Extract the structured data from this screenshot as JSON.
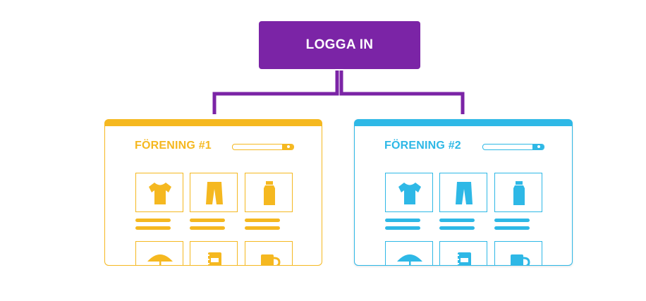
{
  "login": {
    "label": "LOGGA IN",
    "color": "#7b24a6"
  },
  "sites": [
    {
      "title": "FÖRENING #1",
      "color": "#f5b820",
      "products": [
        "tshirt-icon",
        "pants-icon",
        "bottle-icon",
        "umbrella-icon",
        "notebook-icon",
        "mug-icon"
      ]
    },
    {
      "title": "FÖRENING #2",
      "color": "#2eb8e6",
      "products": [
        "tshirt-icon",
        "pants-icon",
        "bottle-icon",
        "umbrella-icon",
        "notebook-icon",
        "mug-icon"
      ]
    }
  ]
}
